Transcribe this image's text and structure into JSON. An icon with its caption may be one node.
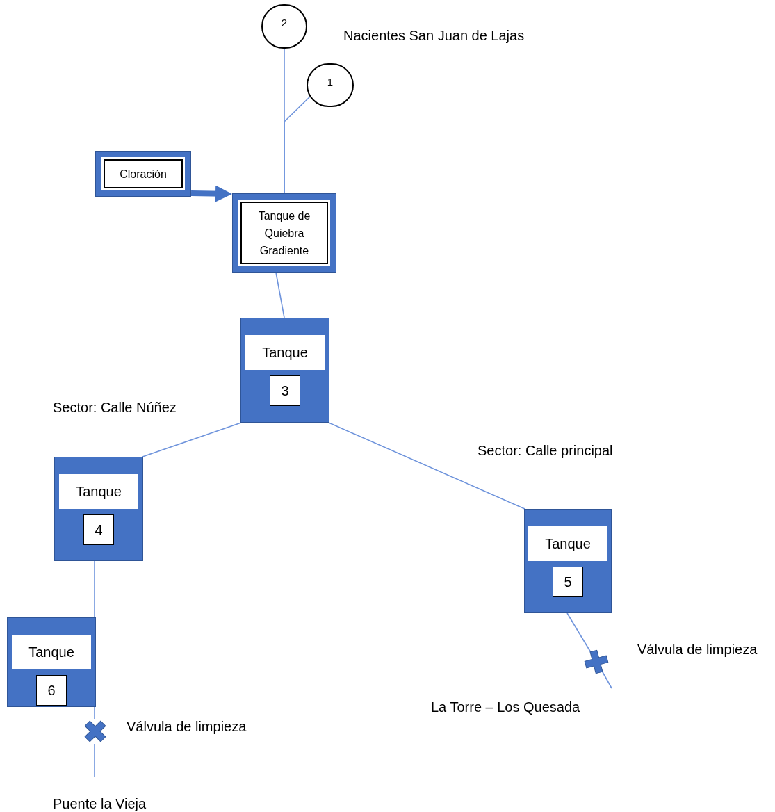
{
  "diagram": {
    "nodes": [
      {
        "text": [
          "2"
        ]
      },
      {
        "text": [
          "1"
        ]
      },
      {
        "text": [
          "Cloración"
        ]
      },
      {
        "text": [
          "Tanque de Quiebra Gradiente"
        ]
      },
      {
        "text": [
          "Tanque",
          "3"
        ]
      },
      {
        "text": [
          "Tanque",
          "4"
        ]
      },
      {
        "text": [
          "Tanque",
          "5"
        ]
      },
      {
        "text": [
          "Tanque",
          "6"
        ]
      },
      {
        "text": [],
        "shape": "cross",
        "beside": [
          "Válvula de limpieza"
        ]
      },
      {
        "text": [],
        "shape": "cross",
        "beside": [
          "Válvula de limpieza"
        ]
      }
    ],
    "edges": [
      {
        "from": 0,
        "to": 3,
        "arrow": "none"
      },
      {
        "from": 1,
        "to": 3,
        "arrow": "none"
      },
      {
        "from": 2,
        "to": 3,
        "arrow": "to",
        "style": "thick",
        "color": "#4472c4"
      },
      {
        "from": 3,
        "to": 4,
        "arrow": "none"
      },
      {
        "from": 4,
        "to": 5,
        "arrow": "none"
      },
      {
        "from": 4,
        "to": 6,
        "arrow": "none"
      },
      {
        "from": 5,
        "to": 7,
        "arrow": "none"
      },
      {
        "from": 7,
        "to": 8,
        "arrow": "none"
      },
      {
        "from": 8,
        "to": null,
        "arrow": "none"
      },
      {
        "from": 6,
        "to": 9,
        "arrow": "none"
      },
      {
        "from": 9,
        "to": null,
        "arrow": "none"
      }
    ],
    "labels": [
      "Nacientes San Juan de Lajas",
      "Sector: Calle Núñez",
      "Sector: Calle principal",
      "La Torre – Los Quesada",
      "Puente la Vieja"
    ]
  }
}
